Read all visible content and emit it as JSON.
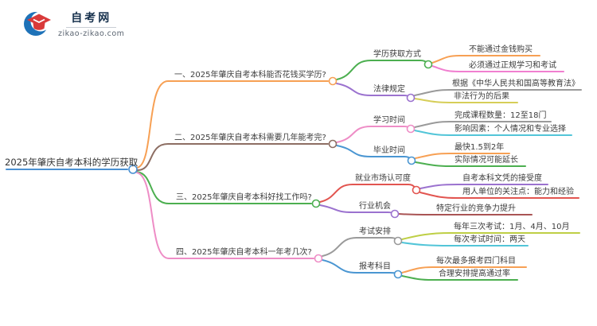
{
  "logo": {
    "title": "自考网",
    "domain": "zikao-zikao.com",
    "brand_blue": "#1e72b8",
    "brand_red": "#d93a3a"
  },
  "mindmap": {
    "root": {
      "label": "2025年肇庆自考本科的学历获取",
      "color": "#4a90d2"
    },
    "branches": [
      {
        "label": "一、2025年肇庆自考本科能否花钱买学历?",
        "color": "#f7a054",
        "children": [
          {
            "label": "学历获取方式",
            "color": "#4caf50",
            "leaves": [
              {
                "label": "不能通过金钱购买",
                "color": "#f7a054"
              },
              {
                "label": "必须通过正规学习和考试",
                "color": "#f07fd0"
              }
            ]
          },
          {
            "label": "法律规定",
            "color": "#9b72cf",
            "leaves": [
              {
                "label": "根据《中华人民共和国高等教育法》",
                "color": "#9a9a9a"
              },
              {
                "label": "非法行为的后果",
                "color": "#d6ce58"
              }
            ]
          }
        ]
      },
      {
        "label": "二、2025年肇庆自考本科需要几年能考完?",
        "color": "#8d6e63",
        "children": [
          {
            "label": "学习时间",
            "color": "#ee8dc6",
            "leaves": [
              {
                "label": "完成课程数量：12至18门",
                "color": "#9a9a9a"
              },
              {
                "label": "影响因素：个人情况和专业选择",
                "color": "#52c5d8"
              }
            ]
          },
          {
            "label": "毕业时间",
            "color": "#4a96d2",
            "leaves": [
              {
                "label": "最快1.5到2年",
                "color": "#f7a054"
              },
              {
                "label": "实际情况可能延长",
                "color": "#4caf50"
              }
            ]
          }
        ]
      },
      {
        "label": "三、2025年肇庆自考本科好找工作吗?",
        "color": "#4caf50",
        "children": [
          {
            "label": "就业市场认可度",
            "color": "#e25550",
            "leaves": [
              {
                "label": "自考本科文凭的接受度",
                "color": "#9b72cf"
              },
              {
                "label": "用人单位的关注点：能力和经验",
                "color": "#e25550"
              }
            ]
          },
          {
            "label": "行业机会",
            "color": "#9b72cf",
            "leaves": [
              {
                "label": "特定行业的竞争力提升",
                "color": "#a95454"
              }
            ]
          }
        ]
      },
      {
        "label": "四、2025年肇庆自考本科一年考几次?",
        "color": "#ee8dc6",
        "children": [
          {
            "label": "考试安排",
            "color": "#9a9a9a",
            "leaves": [
              {
                "label": "每年三次考试：1月、4月、10月",
                "color": "#becf45"
              },
              {
                "label": "每次考试时间：两天",
                "color": "#52c5d8"
              }
            ]
          },
          {
            "label": "报考科目",
            "color": "#4a96d2",
            "leaves": [
              {
                "label": "每次最多报考四门科目",
                "color": "#f7a054"
              },
              {
                "label": "合理安排提高通过率",
                "color": "#4caf50"
              }
            ]
          }
        ]
      }
    ]
  }
}
